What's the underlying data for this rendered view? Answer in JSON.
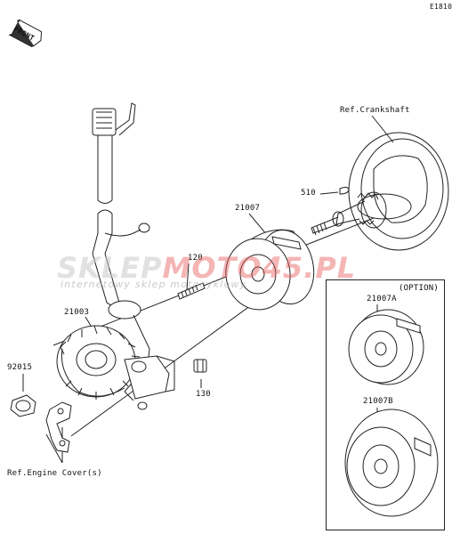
{
  "diagram_code": "E1810",
  "front_badge": "FRONT",
  "labels": {
    "ref_crankshaft": "Ref.Crankshaft",
    "p510": "510",
    "p21007": "21007",
    "p120": "120",
    "p21003": "21003",
    "p92015": "92015",
    "p130": "130",
    "ref_engine_cover": "Ref.Engine Cover(s)",
    "option": "(OPTION)",
    "p21007A": "21007A",
    "p21007B": "21007B"
  },
  "watermark": {
    "part1": "SKLEP",
    "part2": "MOTO",
    "part3": "45.PL",
    "tagline": "internetowy sklep motocyklowy"
  },
  "colors": {
    "line": "#222222",
    "watermark_red": "#e05a5a"
  }
}
